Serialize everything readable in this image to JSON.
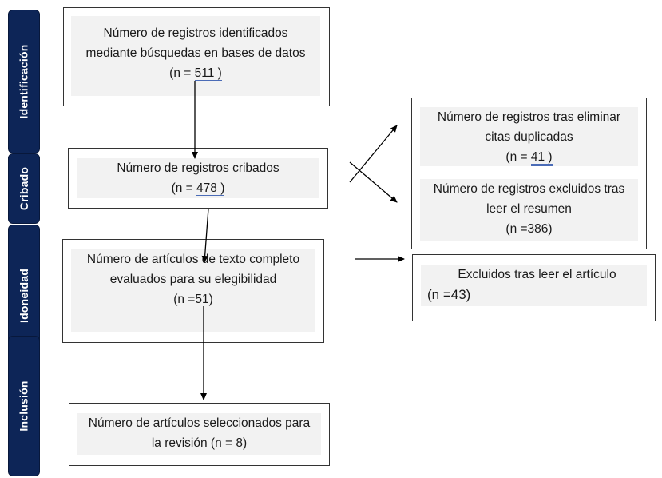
{
  "stages": {
    "identification": "Identificación",
    "screening": "Cribado",
    "eligibility": "Idoneidad",
    "inclusion": "Inclusión"
  },
  "boxes": {
    "identified": {
      "line1": "Número de registros identificados",
      "line2": "mediante búsquedas en bases de datos",
      "count_prefix": "(n = ",
      "count_value": "511 )"
    },
    "screened": {
      "line1": "Número de registros cribados",
      "count_prefix": "(n = ",
      "count_value": "478 )"
    },
    "full_text": {
      "line1": "Número de artículos de texto completo",
      "line2": "evaluados para su elegibilidad",
      "count": "(n =51)"
    },
    "included": {
      "line1": "Número de artículos seleccionados para",
      "line2": "la revisión (n = 8)"
    },
    "duplicates_removed": {
      "line1": "Número de registros tras eliminar",
      "line2": "citas duplicadas",
      "count_prefix": "(n = ",
      "count_value": "41 )"
    },
    "excluded_abstract": {
      "line1": "Número de registros excluidos tras",
      "line2": "leer el resumen",
      "count": "(n =386)"
    },
    "excluded_article": {
      "line1": "Excluidos tras leer el artículo",
      "count": "(n =43)"
    }
  },
  "colors": {
    "stage_fill": "#0d2557",
    "inner_fill": "#f2f2f2",
    "underline": "#4b6cb7"
  }
}
